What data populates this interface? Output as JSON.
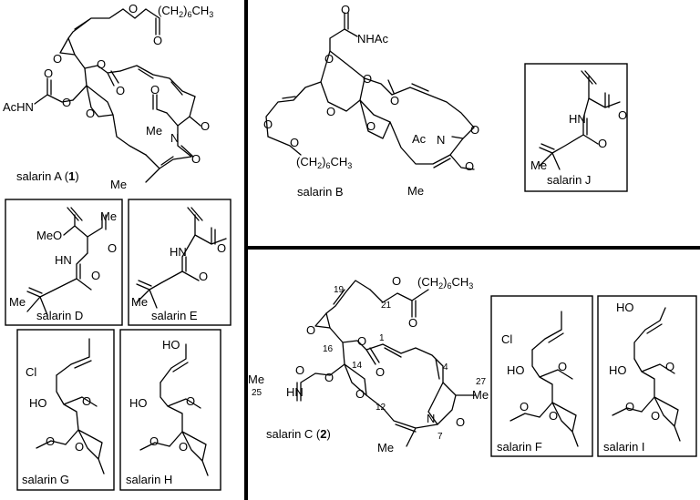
{
  "compounds": {
    "salarin_a": {
      "name": "salarin A (",
      "number": "1",
      "close": ")"
    },
    "salarin_b": {
      "name": "salarin B"
    },
    "salarin_c": {
      "name": "salarin C (",
      "number": "2",
      "close": ")"
    },
    "salarin_d": {
      "name": "salarin D"
    },
    "salarin_e": {
      "name": "salarin E"
    },
    "salarin_f": {
      "name": "salarin F"
    },
    "salarin_g": {
      "name": "salarin G"
    },
    "salarin_h": {
      "name": "salarin H"
    },
    "salarin_i": {
      "name": "salarin I"
    },
    "salarin_j": {
      "name": "salarin J"
    }
  },
  "atoms": {
    "o": "O",
    "n": "N",
    "hn": "HN",
    "acetyl_amino_left": "AcHN",
    "acetyl_amino_right": "NHAc",
    "ac": "Ac",
    "me": "Me",
    "meo": "MeO",
    "ho": "HO",
    "cl": "Cl",
    "chain_open": "(CH",
    "chain_h": "H",
    "chain_mid": ")",
    "chain_sub_2": "2",
    "chain_sub_6": "6",
    "chain_sub_3": "3"
  },
  "locants": {
    "c1": "1",
    "c4": "4",
    "c7": "7",
    "c12": "12",
    "c14": "14",
    "c16": "16",
    "c19": "19",
    "c21": "21",
    "c25": "25",
    "c27": "27"
  }
}
